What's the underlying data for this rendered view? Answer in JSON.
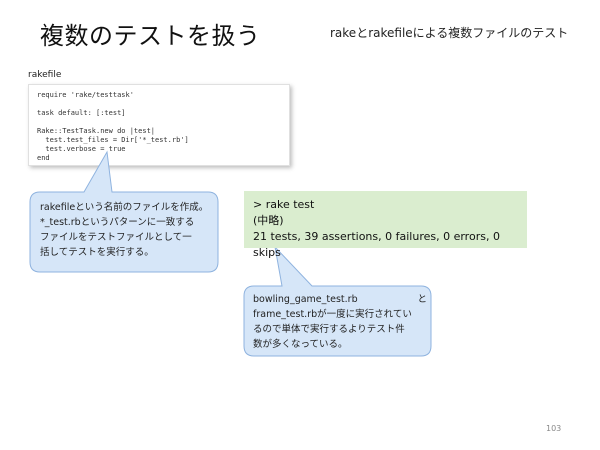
{
  "slide": {
    "title": "複数のテストを扱う",
    "subtitle": "rakeとrakefileによる複数ファイルのテスト",
    "page_number": "103"
  },
  "rakefile": {
    "label": "rakefile",
    "code": "require 'rake/testtask'\n\ntask default: [:test]\n\nRake::TestTask.new do |test|\n  test.test_files = Dir['*_test.rb']\n  test.verbose = true\nend"
  },
  "callout_left": {
    "lines": [
      "rakefileという名前のファイルを作成。",
      "*_test.rbというパターンに一致する",
      "ファイルをテストファイルとして一",
      "括してテストを実行する。"
    ]
  },
  "result": {
    "lines": [
      "> rake test",
      "(中略)",
      "21 tests, 39 assertions, 0 failures, 0 errors, 0 skips"
    ]
  },
  "callout_right": {
    "line1_left": "bowling_game_test.rb",
    "line1_right": "と",
    "lines": [
      "frame_test.rbが一度に実行されてい",
      "るので単体で実行するよりテスト件",
      "数が多くなっている。"
    ]
  },
  "colors": {
    "callout_fill": "#d6e6f8",
    "callout_stroke": "#8fb3df",
    "result_fill": "#daedcf"
  }
}
